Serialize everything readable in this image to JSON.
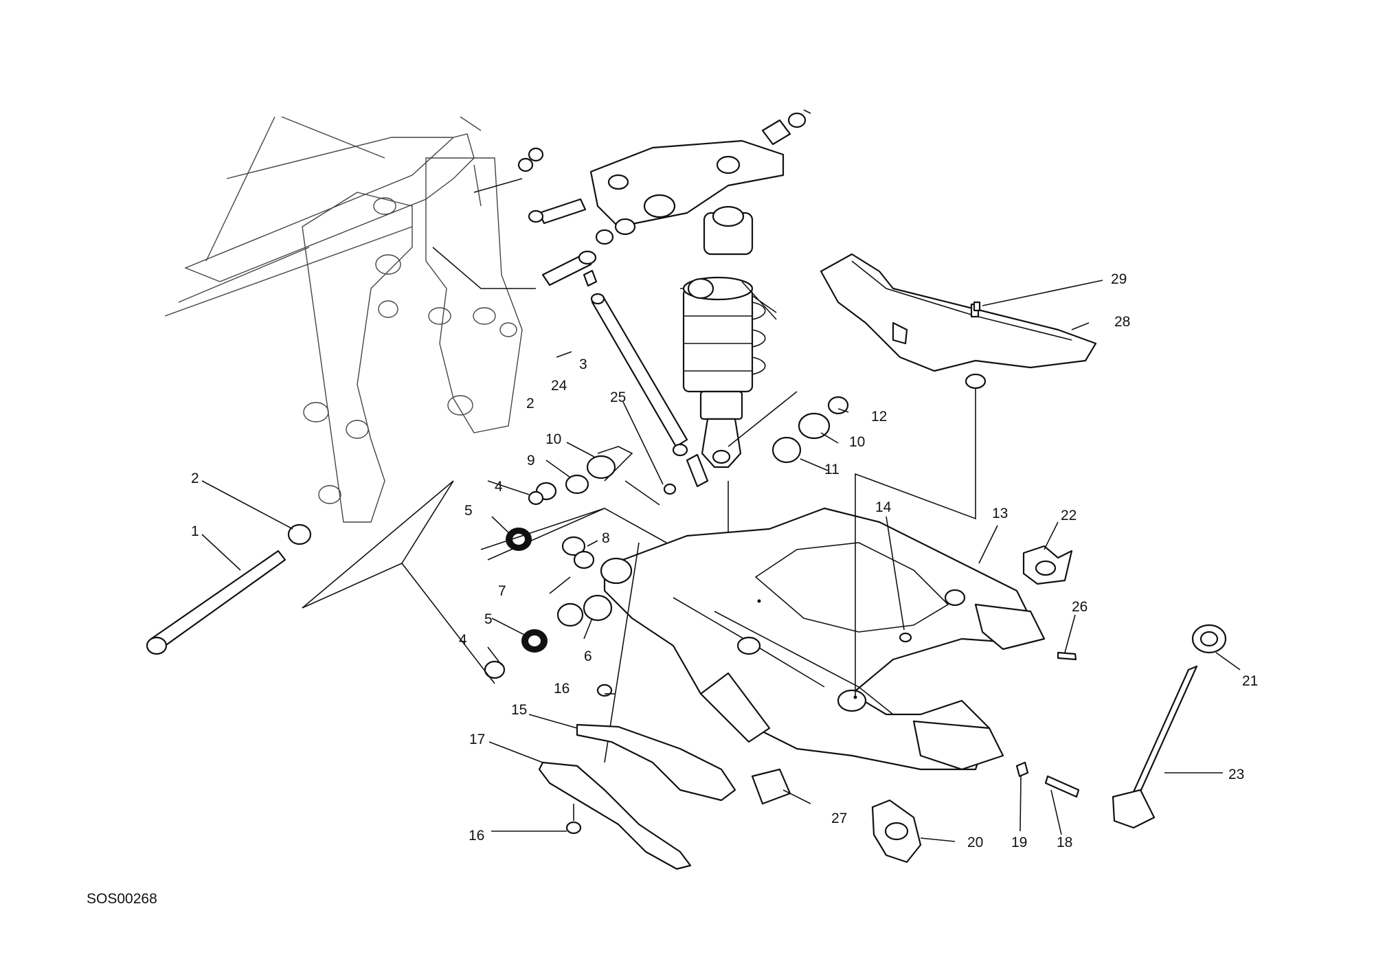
{
  "diagram_code": "SOS00268",
  "callouts": [
    "1",
    "2",
    "2",
    "3",
    "4",
    "4",
    "5",
    "5",
    "6",
    "7",
    "8",
    "9",
    "10",
    "10",
    "11",
    "12",
    "13",
    "14",
    "15",
    "16",
    "16",
    "17",
    "18",
    "19",
    "20",
    "21",
    "22",
    "23",
    "24",
    "25",
    "26",
    "27",
    "28",
    "29"
  ]
}
